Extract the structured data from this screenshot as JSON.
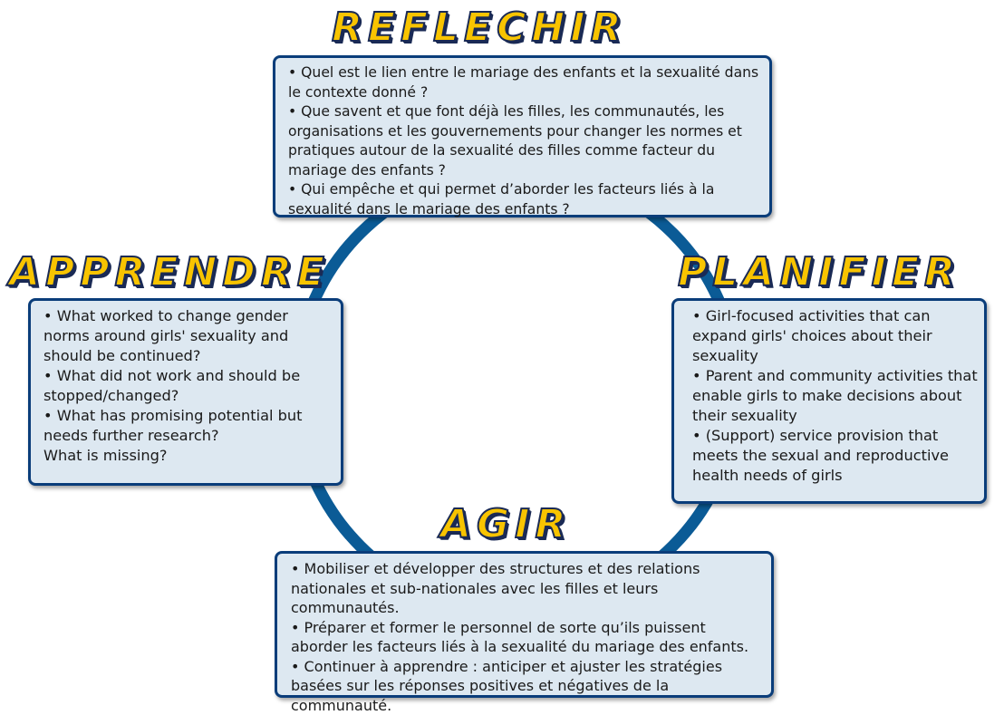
{
  "colors": {
    "ring": "#0b5b96",
    "box_fill": "#dde8f1",
    "box_border": "#0a3d7a",
    "heading_fill": "#f8c400",
    "heading_outline": "#1a2a55"
  },
  "reflechir": {
    "title": "REFLECHIR",
    "items": [
      "Quel est le lien entre le mariage des enfants et la sexualité dans le contexte donné ?",
      "Que savent et que font déjà les filles, les communautés, les organisations et les gouvernements pour changer les normes et pratiques autour de la sexualité des filles comme facteur du mariage des enfants ?",
      "Qui empêche et qui permet d’aborder les facteurs liés à la sexualité dans le mariage des enfants ?"
    ]
  },
  "apprendre": {
    "title": "APPRENDRE",
    "items": [
      "What worked to change gender norms around girls' sexuality and should be continued?",
      "What did not work and should be stopped/changed?",
      "What has promising potential but needs further research?"
    ],
    "extra": "What is missing?"
  },
  "planifier": {
    "title": "PLANIFIER",
    "items": [
      "Girl-focused activities that can expand girls' choices about their sexuality",
      "Parent and community activities that enable girls to make decisions about their sexuality",
      "(Support) service provision that meets the sexual and reproductive health needs of girls"
    ]
  },
  "agir": {
    "title": "AGIR",
    "items": [
      "Mobiliser et développer des structures et des relations nationales et sub-nationales avec les filles et leurs communautés.",
      "Préparer et former le personnel de sorte qu’ils puissent aborder les facteurs liés à la sexualité du mariage des enfants.",
      "Continuer à apprendre : anticiper et ajuster les stratégies basées sur les réponses positives et négatives de la communauté."
    ]
  }
}
